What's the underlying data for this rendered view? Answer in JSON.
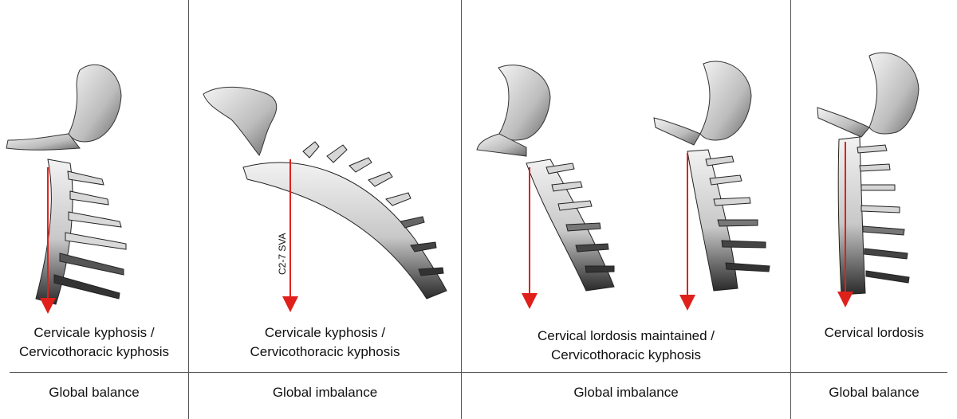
{
  "panels": [
    {
      "caption_line1": "Cervicale kyphosis /",
      "caption_line2": "Cervicothoracic kyphosis",
      "status": "Global balance"
    },
    {
      "caption_line1": "Cervicale kyphosis /",
      "caption_line2": "Cervicothoracic kyphosis",
      "status": "Global imbalance",
      "sva_label": "C2-7 SVA"
    },
    {
      "caption_line1": "Cervical lordosis maintained /",
      "caption_line2": "Cervicothoracic kyphosis",
      "status": "Global imbalance"
    },
    {
      "caption_line1": "Cervical lordosis",
      "caption_line2": "",
      "status": "Global balance"
    }
  ],
  "colors": {
    "plumb_line": "#e0201b",
    "bone_light": "#dcdcdc",
    "bone_dark": "#1a1a1a",
    "divider": "#555555"
  },
  "icons": [
    "skull-icon",
    "cervical-spine-icon",
    "plumb-line-arrow-icon"
  ]
}
